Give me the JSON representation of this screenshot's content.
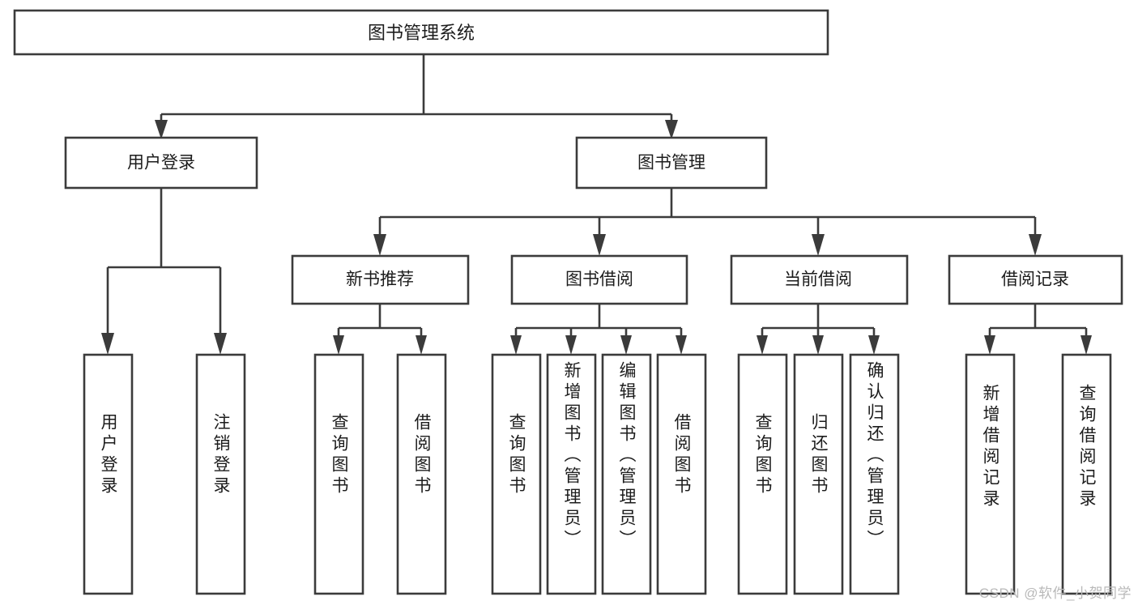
{
  "diagram": {
    "type": "hierarchy-tree",
    "title": "图书管理系统",
    "watermark": "CSDN @软件_小贺同学",
    "colors": {
      "box_stroke": "#3b3b3b",
      "box_fill": "#ffffff",
      "text": "#1c1c1c",
      "background": "#ffffff",
      "watermark": "#b9b9b9"
    },
    "root": {
      "label": "图书管理系统"
    },
    "level1": [
      {
        "label": "用户登录"
      },
      {
        "label": "图书管理"
      }
    ],
    "level2": [
      {
        "label": "新书推荐"
      },
      {
        "label": "图书借阅"
      },
      {
        "label": "当前借阅"
      },
      {
        "label": "借阅记录"
      }
    ],
    "leaves": [
      {
        "label": "用户登录"
      },
      {
        "label": "注销登录"
      },
      {
        "label": "查询图书"
      },
      {
        "label": "借阅图书"
      },
      {
        "label": "查询图书"
      },
      {
        "label": "新增图书（管理员）"
      },
      {
        "label": "编辑图书（管理员）"
      },
      {
        "label": "借阅图书"
      },
      {
        "label": "查询图书"
      },
      {
        "label": "归还图书"
      },
      {
        "label": "确认归还（管理员）"
      },
      {
        "label": "新增借阅记录"
      },
      {
        "label": "查询借阅记录"
      }
    ]
  }
}
